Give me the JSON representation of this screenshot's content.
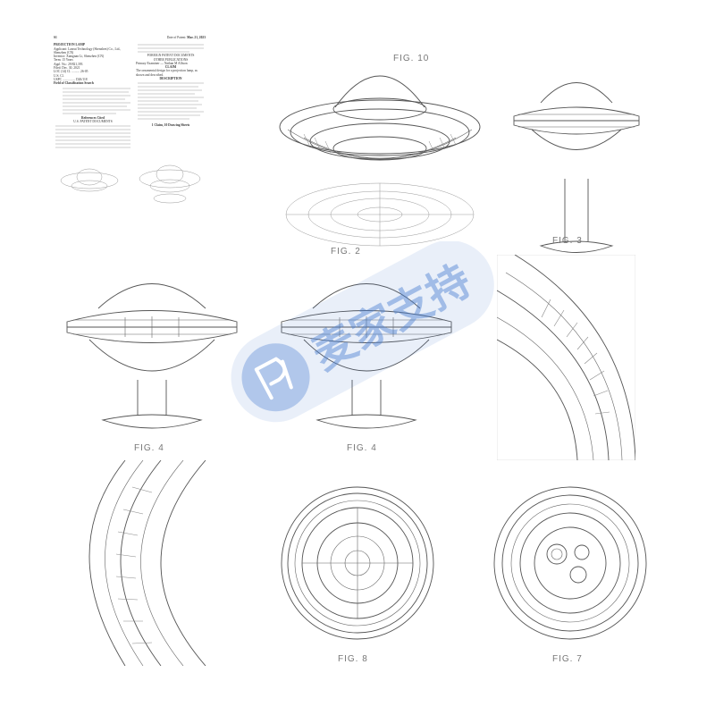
{
  "sheet": {
    "patent_type": "S1",
    "date_label": "Date of Patent:",
    "date_value": "Mar. 21, 2023",
    "title_line": "PROJECTION LAMP",
    "applicant": "Applicant: Lanrui Technology (Shenzhen) Co., Ltd., Shenzhen (CN)",
    "inventor": "Inventor: Xiangnan Li, Shenzhen (CN)",
    "term": "Term: 15 Years",
    "appl_no": "Appl. No.: 29/821,393",
    "filed": "Filed: Dec. 30, 2021",
    "locarno": "LOC (14) Cl. .......... 26-05",
    "us_cl": "U.S. Cl.",
    "uspc": "USPC ................ D26/118",
    "field_search": "Field of Classification Search",
    "refs_cited": "References Cited",
    "us_docs": "U.S. PATENT DOCUMENTS",
    "foreign_docs": "FOREIGN PATENT DOCUMENTS",
    "other_pubs": "OTHER PUBLICATIONS",
    "claim_head": "CLAIM",
    "claim_text": "The ornamental design for a projection lamp, as shown and described.",
    "desc_head": "DESCRIPTION",
    "drawing_sheets": "1 Claim, 10 Drawing Sheets",
    "primary_examiner": "Primary Examiner — Nathan M Allison"
  },
  "figures": {
    "fig10": "FIG. 10",
    "fig2": "FIG. 2",
    "fig3": "FIG. 3",
    "fig4a": "FIG. 4",
    "fig4b": "FIG. 4",
    "fig8": "FIG. 8",
    "fig7": "FIG. 7"
  },
  "watermark": {
    "text": "麦家支持",
    "color": "#4a7fd0"
  }
}
